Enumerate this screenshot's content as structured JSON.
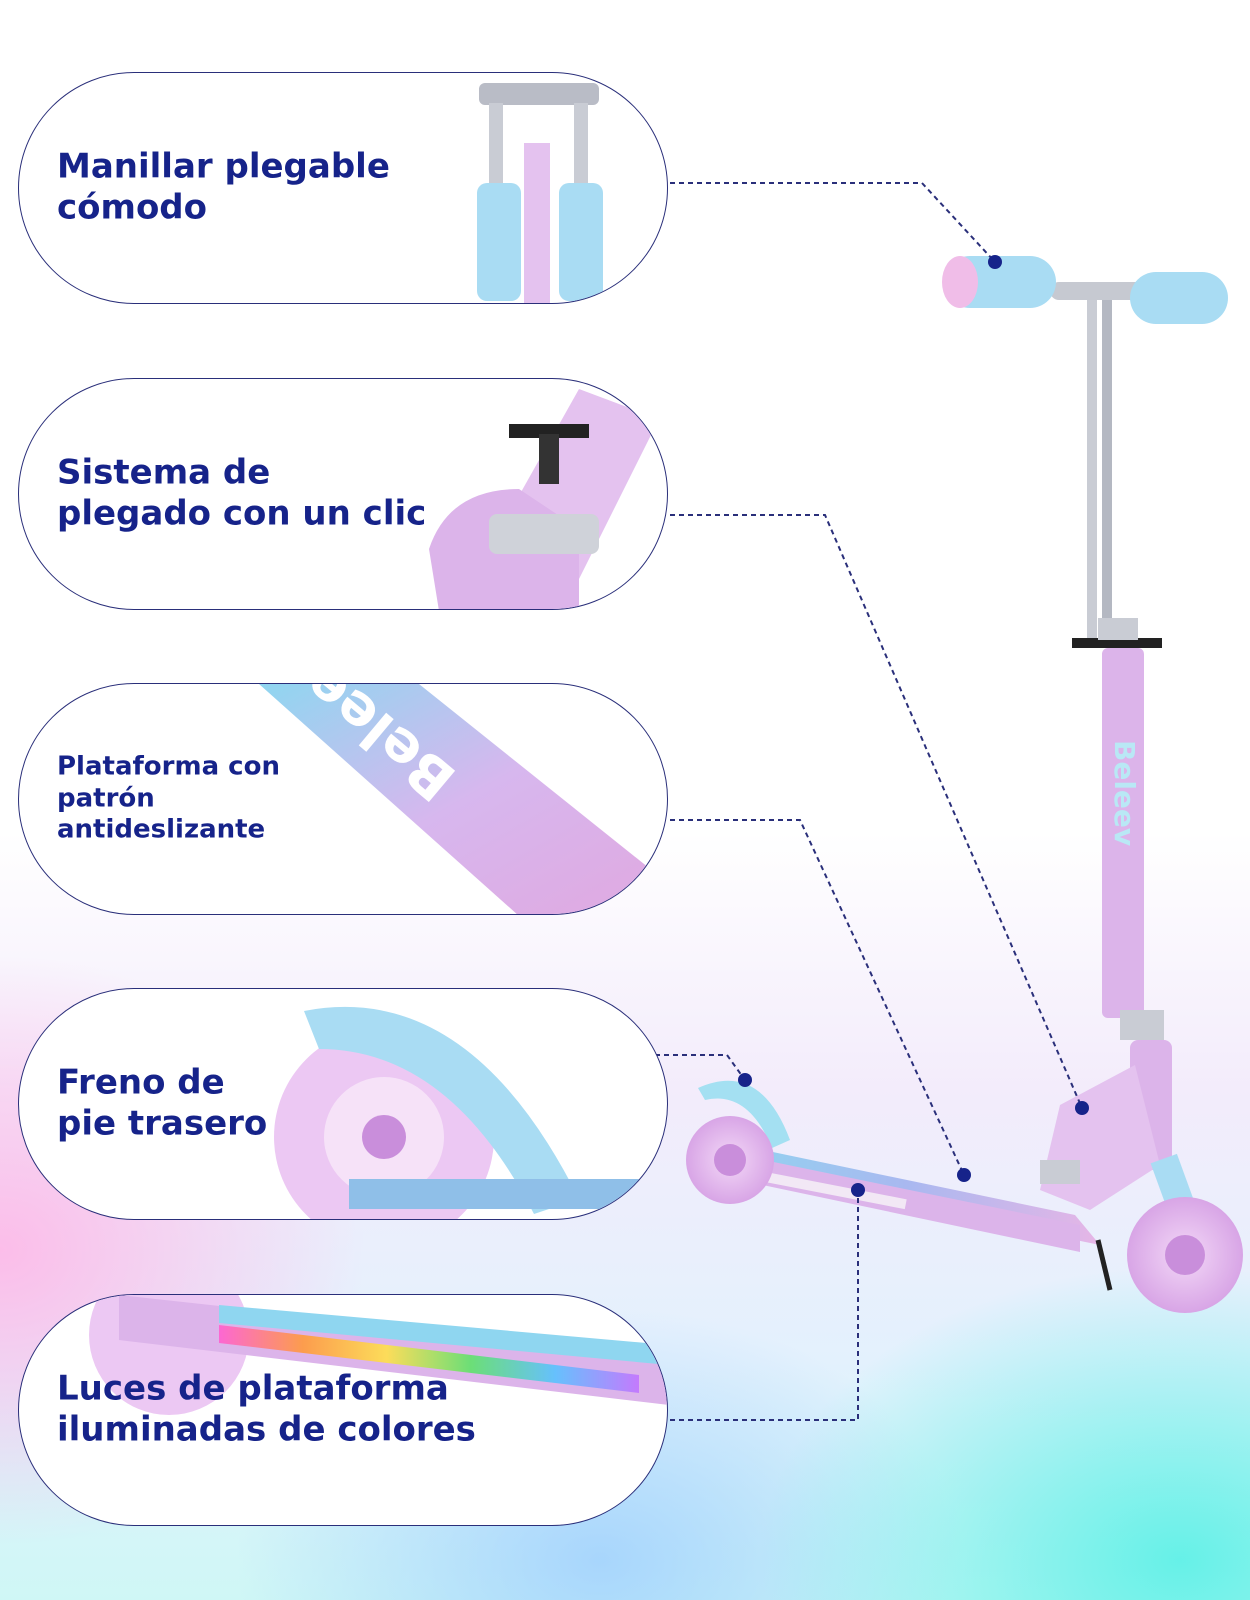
{
  "features": [
    {
      "label": "Manillar plegable\ncómodo"
    },
    {
      "label": "Sistema de\nplegado con un clic"
    },
    {
      "label": "Plataforma con\npatrón\nantideslizante"
    },
    {
      "label": "Freno de\npie trasero"
    },
    {
      "label": "Luces de plataforma\niluminadas de colores"
    }
  ],
  "brand": {
    "deck_text": "Belee"
  },
  "colors": {
    "label": "#16238a",
    "frame": "#dcb4ea",
    "grip": "#a8dcf3",
    "outline": "#2a2f7a"
  }
}
